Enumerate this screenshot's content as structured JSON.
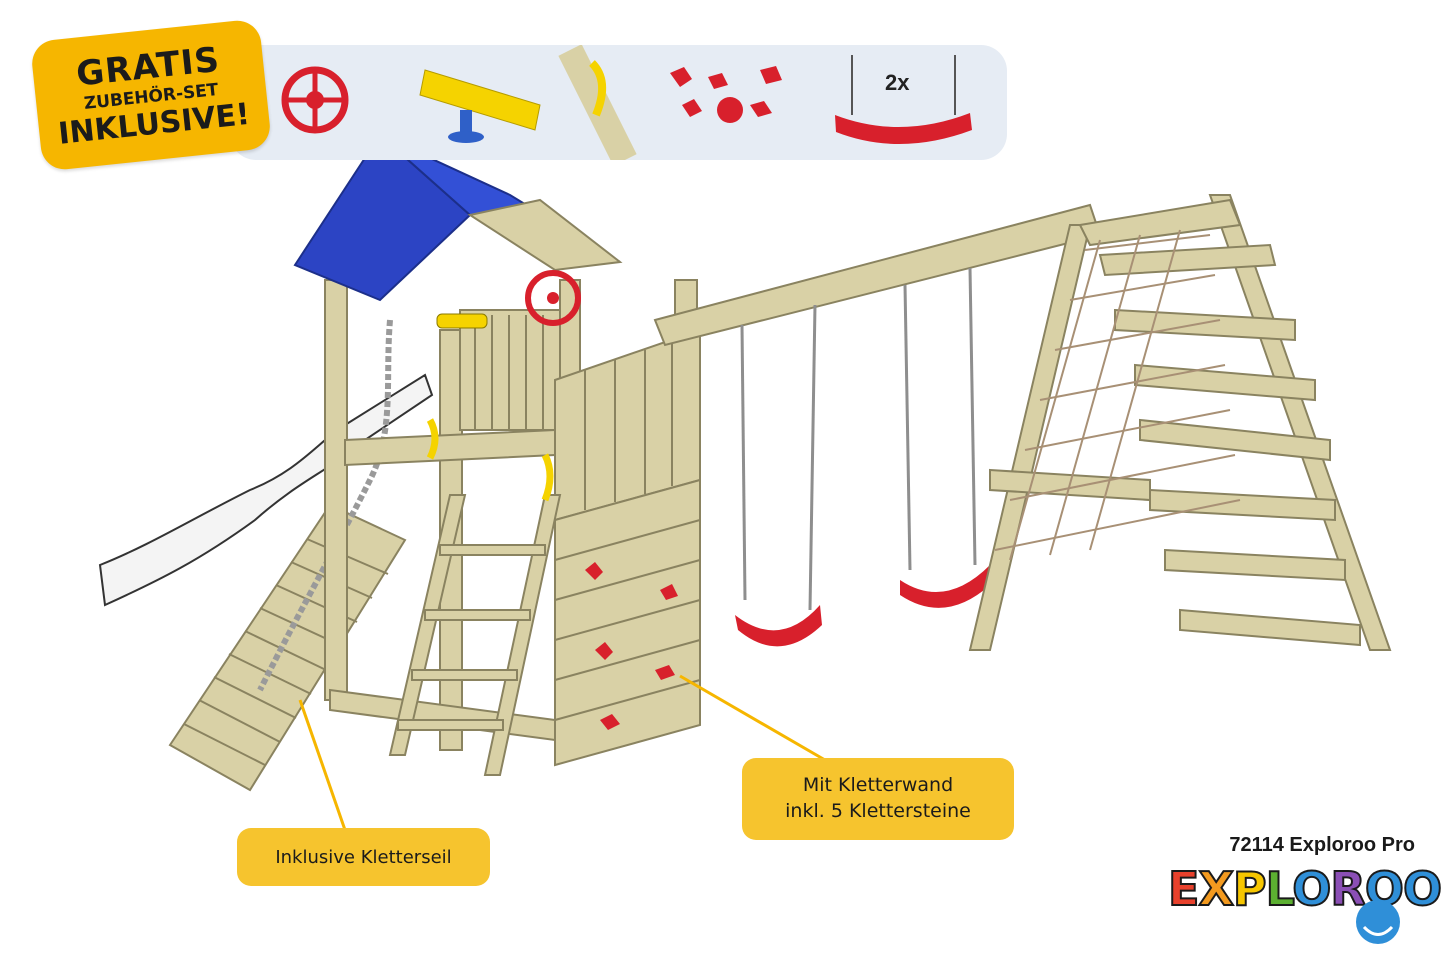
{
  "promo": {
    "line1": "GRATIS",
    "line2": "ZUBEHÖR-SET",
    "line3": "INKLUSIVE!"
  },
  "accessories": {
    "items": [
      "steering-wheel",
      "telescope",
      "handle-grip",
      "climbing-stones",
      "swing-seat"
    ],
    "swing_quantity": "2x"
  },
  "callouts": {
    "rope": "Inklusive Kletterseil",
    "wall_line1": "Mit Kletterwand",
    "wall_line2": "inkl. 5 Klettersteine"
  },
  "product": {
    "name": "72114 Exploroo Pro"
  },
  "brand": {
    "logo_text": "EXPLOROO",
    "letter_colors": [
      "#e8412c",
      "#f39a1f",
      "#f6c600",
      "#5cb031",
      "#2f8fd8",
      "#8b4fb5",
      "#2f8fd8",
      "#2f8fd8"
    ]
  },
  "colors": {
    "badge": "#f6b600",
    "callout": "#f6c42e",
    "roof": "#2c44c4",
    "wood": "#d9d1a6",
    "accessory": "#e0242e"
  }
}
